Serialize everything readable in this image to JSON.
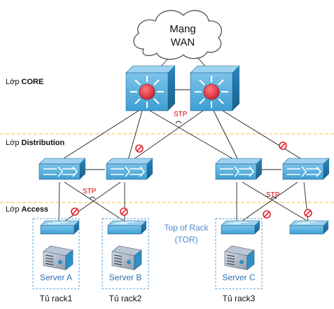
{
  "cloud": {
    "line1": "Mạng",
    "line2": "WAN"
  },
  "layers": {
    "core": {
      "prefix": "Lớp ",
      "bold": "CORE"
    },
    "distribution": {
      "prefix": "Lớp ",
      "bold": "Distribution"
    },
    "access": {
      "prefix": "Lớp ",
      "bold": "Access"
    }
  },
  "stp": {
    "core": "STP",
    "dist_left": "STP",
    "dist_right": "STP"
  },
  "tor": {
    "line1": "Top of Rack",
    "line2": "(TOR)"
  },
  "servers": [
    "Server A",
    "Server B",
    "Server C"
  ],
  "racks": [
    "Tủ rack1",
    "Tủ rack2",
    "Tủ rack3"
  ],
  "colors": {
    "device_blue": "#2f8fc6",
    "device_dark": "#1d6d9c",
    "core_red": "#e0303a",
    "blocked_red": "#e0202a",
    "stp_red": "#d00000",
    "layer_divider": "#f0c040",
    "rack_border": "#5aa0d8",
    "server_label": "#2e6fb3"
  }
}
